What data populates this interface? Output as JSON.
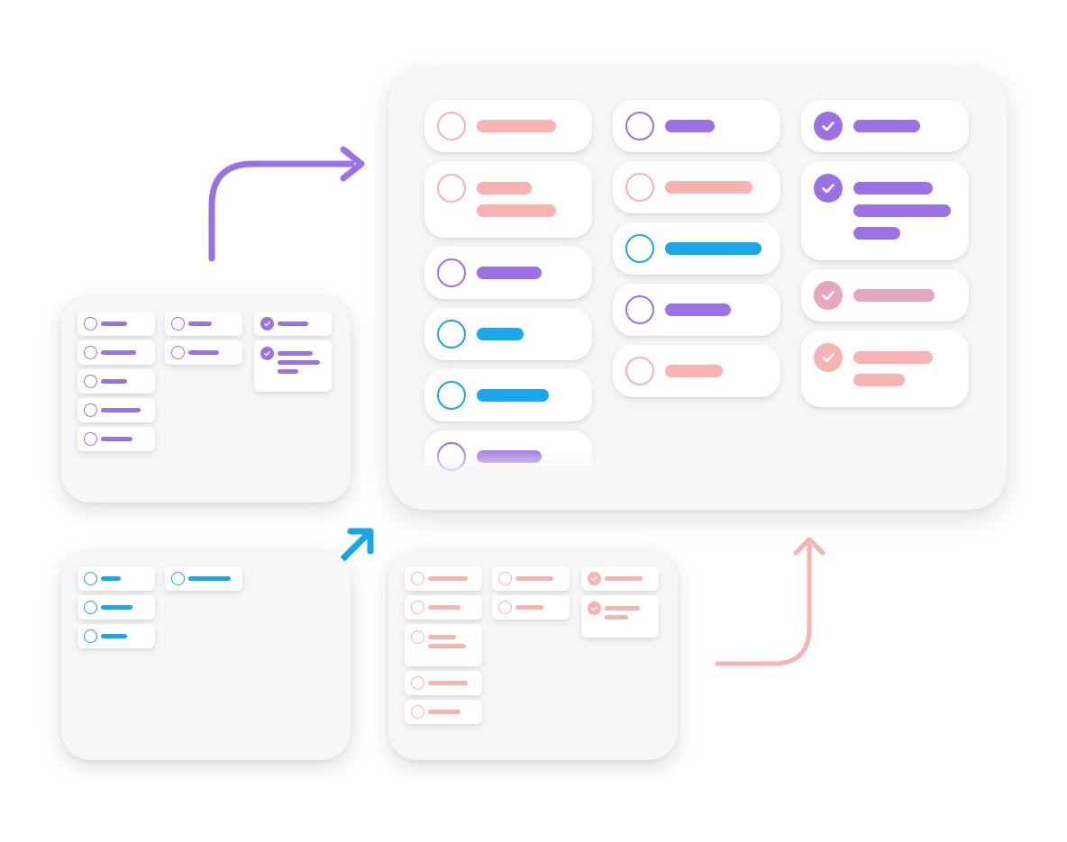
{
  "palette": {
    "purple": "#9b72e3",
    "blue": "#17a7ea",
    "pink": "#f7b2b2",
    "mauve": "#e7a6bd",
    "card": "#ffffff",
    "board": "#f7f7f7"
  },
  "arrows": [
    {
      "id": "arrow-purple",
      "color": "#9b72e3",
      "direction": "up-then-right"
    },
    {
      "id": "arrow-blue",
      "color": "#17a7ea",
      "direction": "diagonal-up-right"
    },
    {
      "id": "arrow-pink",
      "color": "#f7b2b2",
      "direction": "right-then-up"
    }
  ],
  "boards": [
    {
      "id": "main-board",
      "columns": [
        {
          "cards": [
            {
              "status": "todo",
              "color": "pink",
              "lines": [
                0.8
              ]
            },
            {
              "status": "todo",
              "color": "pink",
              "lines": [
                0.55,
                0.8
              ]
            },
            {
              "status": "todo",
              "color": "purple",
              "lines": [
                0.65
              ]
            },
            {
              "status": "todo",
              "color": "blue",
              "lines": [
                0.47
              ]
            },
            {
              "status": "todo",
              "color": "blue",
              "lines": [
                0.73
              ]
            },
            {
              "status": "todo",
              "color": "purple",
              "lines": [
                0.65
              ],
              "faded": true
            }
          ]
        },
        {
          "cards": [
            {
              "status": "todo",
              "color": "purple",
              "lines": [
                0.5
              ]
            },
            {
              "status": "todo",
              "color": "pink",
              "lines": [
                0.88
              ]
            },
            {
              "status": "todo",
              "color": "blue",
              "lines": [
                0.97
              ]
            },
            {
              "status": "todo",
              "color": "purple",
              "lines": [
                0.66
              ]
            },
            {
              "status": "todo",
              "color": "pink",
              "lines": [
                0.58
              ]
            }
          ]
        },
        {
          "cards": [
            {
              "status": "done",
              "color": "purple",
              "lines": [
                0.67
              ]
            },
            {
              "status": "done",
              "color": "purple",
              "lines": [
                0.8,
                0.98,
                0.47
              ]
            },
            {
              "status": "done",
              "color": "mauve",
              "lines": [
                0.82
              ]
            },
            {
              "status": "done",
              "color": "pink",
              "lines": [
                0.8,
                0.52
              ]
            }
          ]
        }
      ]
    },
    {
      "id": "purple-board",
      "columns": [
        {
          "cards": [
            {
              "status": "todo",
              "color": "purple",
              "lines": [
                0.55
              ]
            },
            {
              "status": "todo",
              "color": "purple",
              "lines": [
                0.75
              ]
            },
            {
              "status": "todo",
              "color": "purple",
              "lines": [
                0.55
              ]
            },
            {
              "status": "todo",
              "color": "purple",
              "lines": [
                0.85
              ]
            },
            {
              "status": "todo",
              "color": "purple",
              "lines": [
                0.68
              ]
            }
          ]
        },
        {
          "cards": [
            {
              "status": "todo",
              "color": "purple",
              "lines": [
                0.5
              ]
            },
            {
              "status": "todo",
              "color": "purple",
              "lines": [
                0.66
              ]
            }
          ]
        },
        {
          "cards": [
            {
              "status": "done",
              "color": "purple",
              "lines": [
                0.65
              ]
            },
            {
              "status": "done",
              "color": "purple",
              "lines": [
                0.75,
                0.9,
                0.45
              ]
            }
          ]
        }
      ]
    },
    {
      "id": "blue-board",
      "columns": [
        {
          "cards": [
            {
              "status": "todo",
              "color": "blue",
              "lines": [
                0.42
              ]
            },
            {
              "status": "todo",
              "color": "blue",
              "lines": [
                0.68
              ]
            },
            {
              "status": "todo",
              "color": "blue",
              "lines": [
                0.55
              ]
            }
          ]
        },
        {
          "cards": [
            {
              "status": "todo",
              "color": "blue",
              "lines": [
                0.9
              ]
            }
          ]
        },
        {
          "cards": []
        }
      ]
    },
    {
      "id": "pink-board",
      "columns": [
        {
          "cards": [
            {
              "status": "todo",
              "color": "pink",
              "lines": [
                0.85
              ]
            },
            {
              "status": "todo",
              "color": "pink",
              "lines": [
                0.7
              ]
            },
            {
              "status": "todo",
              "color": "pink",
              "lines": [
                0.6,
                0.8
              ]
            },
            {
              "status": "todo",
              "color": "pink",
              "lines": [
                0.85
              ]
            },
            {
              "status": "todo",
              "color": "pink",
              "lines": [
                0.7
              ]
            }
          ]
        },
        {
          "cards": [
            {
              "status": "todo",
              "color": "pink",
              "lines": [
                0.8
              ]
            },
            {
              "status": "todo",
              "color": "pink",
              "lines": [
                0.6
              ]
            }
          ]
        },
        {
          "cards": [
            {
              "status": "done",
              "color": "pink",
              "lines": [
                0.8
              ]
            },
            {
              "status": "done",
              "color": "pink",
              "lines": [
                0.75,
                0.5
              ]
            }
          ]
        }
      ]
    }
  ]
}
